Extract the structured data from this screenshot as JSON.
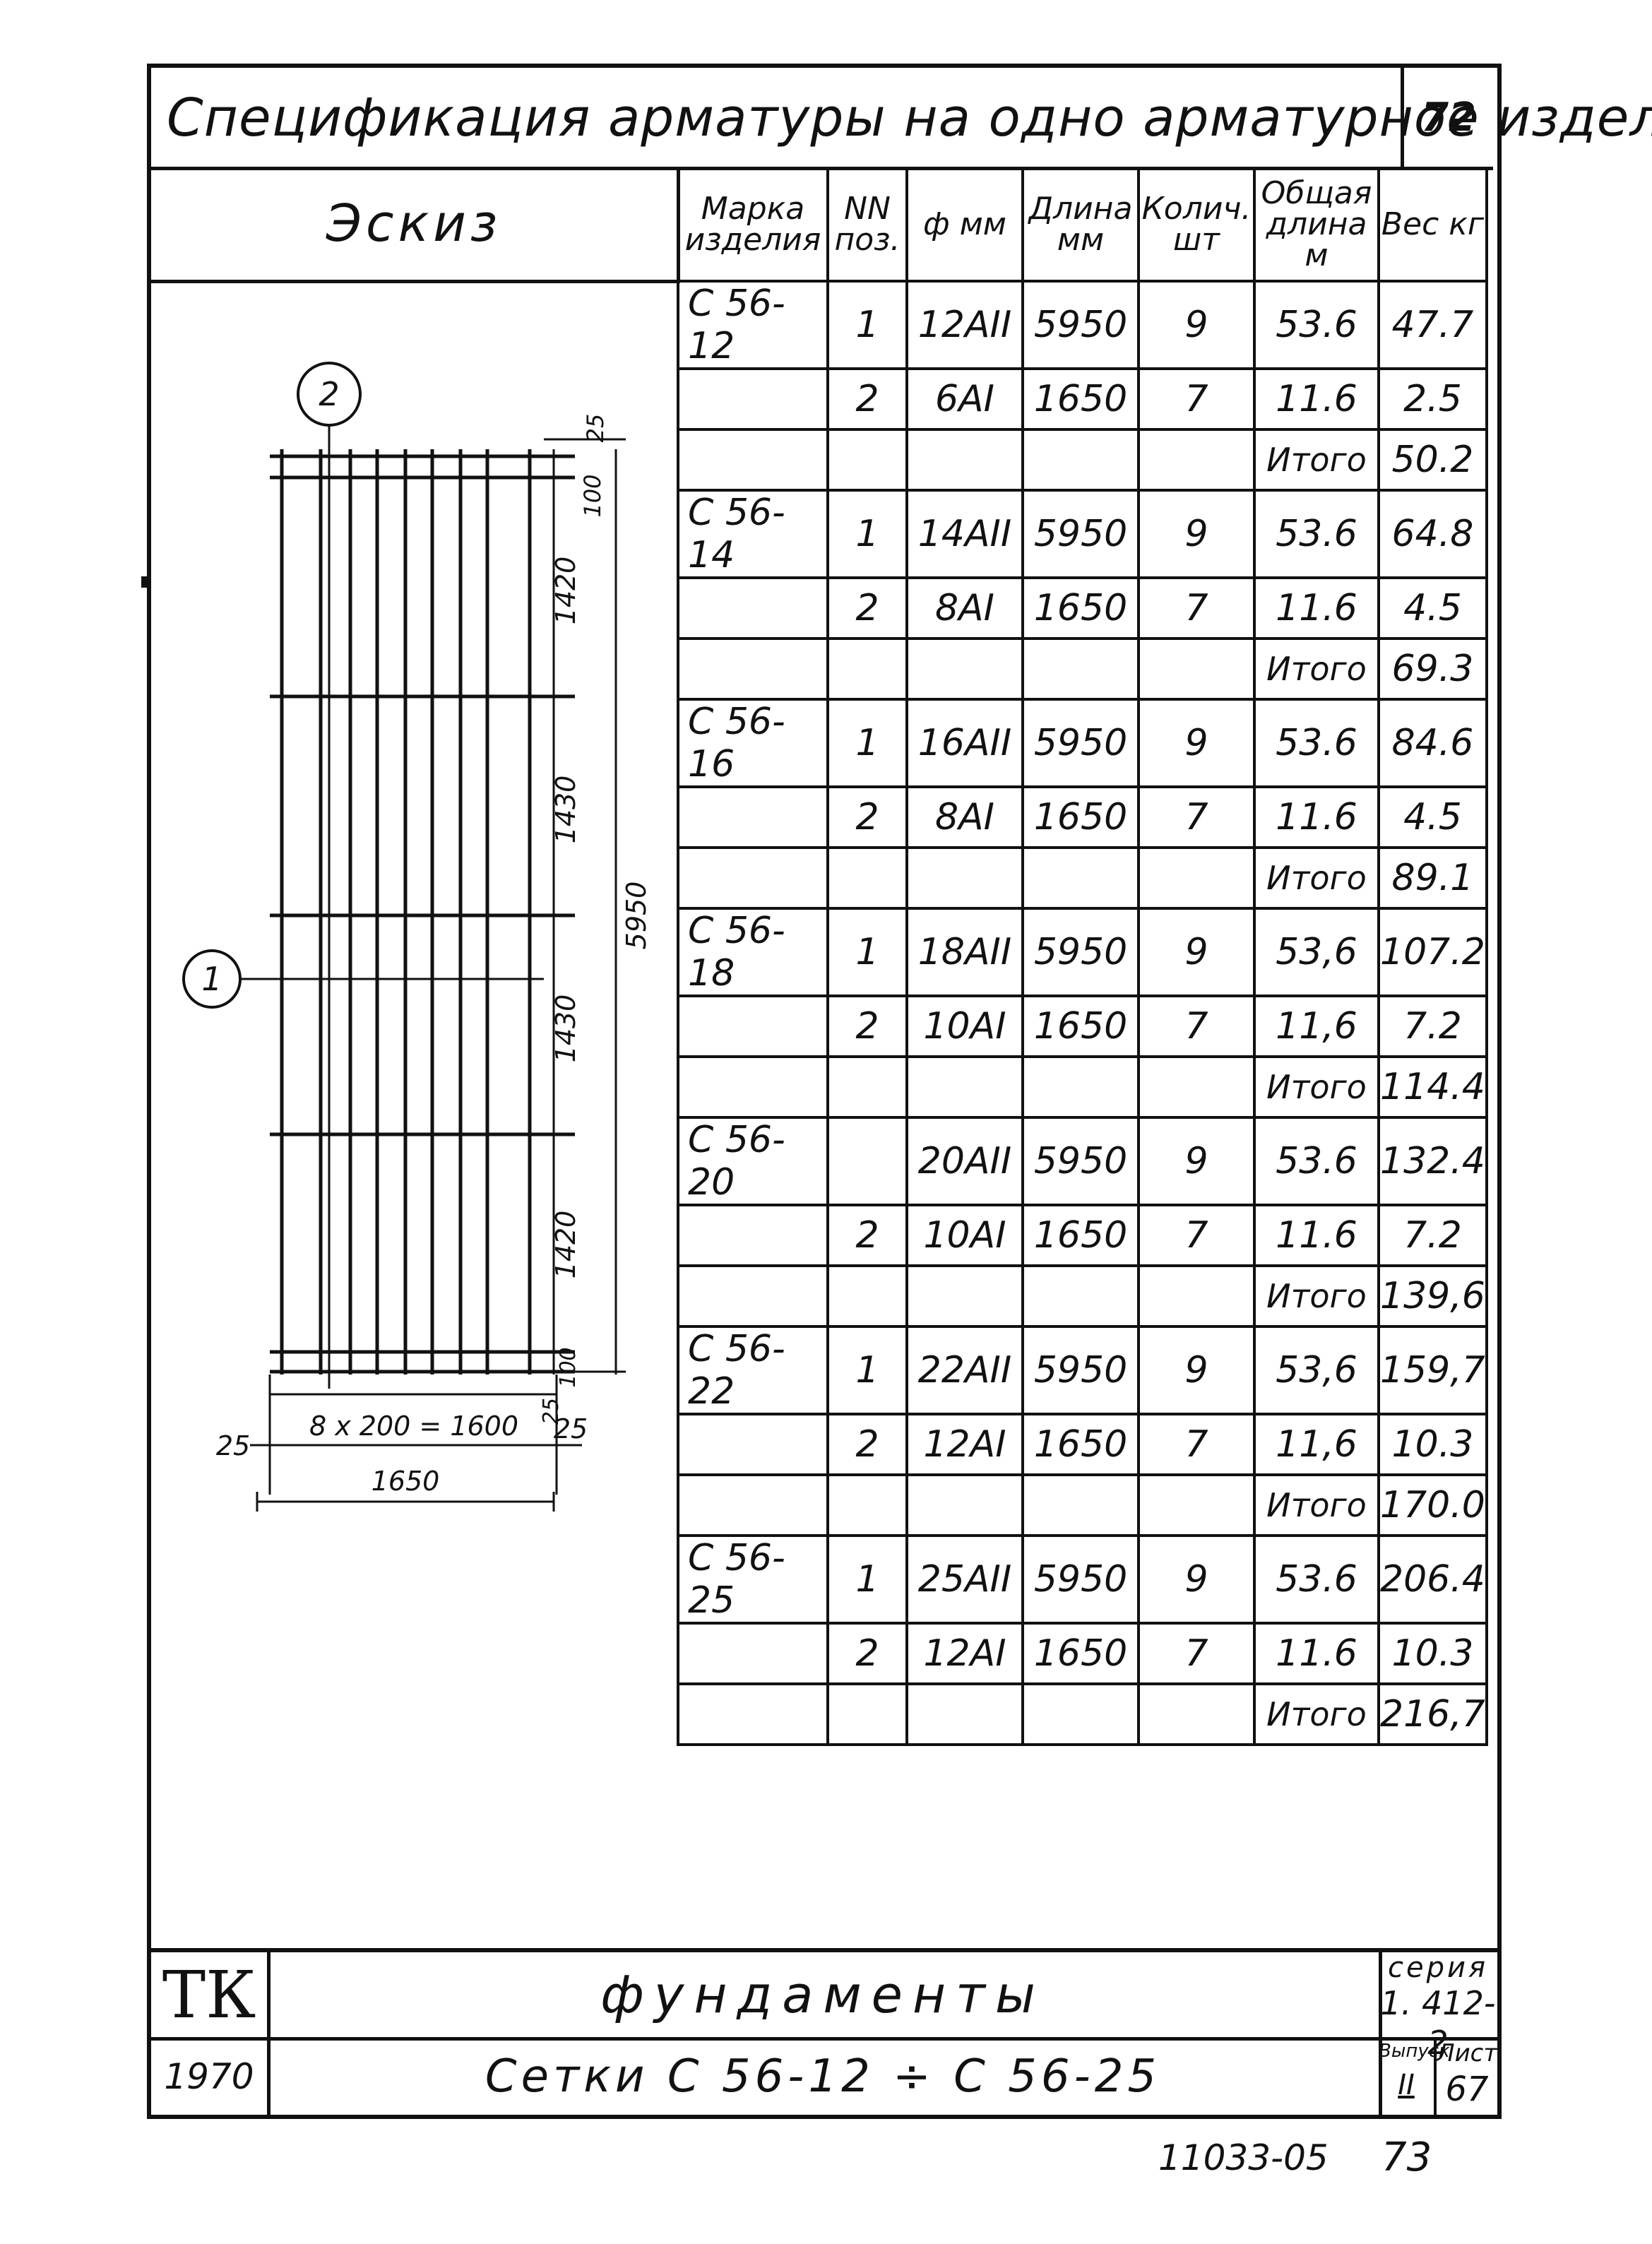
{
  "title": "Спецификация арматуры на одно арматурное изделие",
  "sheet_number": "72",
  "sketch_header": "Эскиз",
  "columns": [
    "Марка изделия",
    "NN поз.",
    "ф мм",
    "Длина мм",
    "Колич. шт",
    "Общая длина м",
    "Вес кг"
  ],
  "rows": [
    [
      "С 56-12",
      "1",
      "12АII",
      "5950",
      "9",
      "53.6",
      "47.7"
    ],
    [
      "",
      "2",
      "6АI",
      "1650",
      "7",
      "11.6",
      "2.5"
    ],
    [
      "",
      "",
      "",
      "",
      "",
      "Итого",
      "50.2"
    ],
    [
      "С 56-14",
      "1",
      "14АII",
      "5950",
      "9",
      "53.6",
      "64.8"
    ],
    [
      "",
      "2",
      "8АI",
      "1650",
      "7",
      "11.6",
      "4.5"
    ],
    [
      "",
      "",
      "",
      "",
      "",
      "Итого",
      "69.3"
    ],
    [
      "С 56-16",
      "1",
      "16АII",
      "5950",
      "9",
      "53.6",
      "84.6"
    ],
    [
      "",
      "2",
      "8АI",
      "1650",
      "7",
      "11.6",
      "4.5"
    ],
    [
      "",
      "",
      "",
      "",
      "",
      "Итого",
      "89.1"
    ],
    [
      "С 56-18",
      "1",
      "18АII",
      "5950",
      "9",
      "53,6",
      "107.2"
    ],
    [
      "",
      "2",
      "10АI",
      "1650",
      "7",
      "11,6",
      "7.2"
    ],
    [
      "",
      "",
      "",
      "",
      "",
      "Итого",
      "114.4"
    ],
    [
      "С 56-20",
      "",
      "20АII",
      "5950",
      "9",
      "53.6",
      "132.4"
    ],
    [
      "",
      "2",
      "10АI",
      "1650",
      "7",
      "11.6",
      "7.2"
    ],
    [
      "",
      "",
      "",
      "",
      "",
      "Итого",
      "139,6"
    ],
    [
      "С 56-22",
      "1",
      "22АII",
      "5950",
      "9",
      "53,6",
      "159,7"
    ],
    [
      "",
      "2",
      "12АI",
      "1650",
      "7",
      "11,6",
      "10.3"
    ],
    [
      "",
      "",
      "",
      "",
      "",
      "Итого",
      "170.0"
    ],
    [
      "С 56-25",
      "1",
      "25АII",
      "5950",
      "9",
      "53.6",
      "206.4"
    ],
    [
      "",
      "2",
      "12АI",
      "1650",
      "7",
      "11.6",
      "10.3"
    ],
    [
      "",
      "",
      "",
      "",
      "",
      "Итого",
      "216,7"
    ]
  ],
  "sketch": {
    "callout_1": "1",
    "callout_2": "2",
    "dim_total": "5950",
    "dim_1420_top": "1420",
    "dim_1430_a": "1430",
    "dim_1430_b": "1430",
    "dim_1420_bottom": "1420",
    "dim_100_top": "100",
    "dim_25_top": "25",
    "dim_100_bottom": "100",
    "dim_25_bottom": "25",
    "dim_spacing": "8 x 200 = 1600",
    "dim_width": "1650",
    "dim_25_left": "25",
    "dim_25_right": "25"
  },
  "stamp": {
    "org": "ТК",
    "year": "1970",
    "subject": "фундаменты",
    "sheet_title": "Сетки  С 56-12 ÷ С 56-25",
    "series_label": "серия",
    "series_value": "1. 412-2",
    "issue_label": "Выпуск",
    "issue_value": "II",
    "list_label": "Лист",
    "list_value": "67"
  },
  "footer": {
    "code": "11033-05",
    "page": "73"
  }
}
